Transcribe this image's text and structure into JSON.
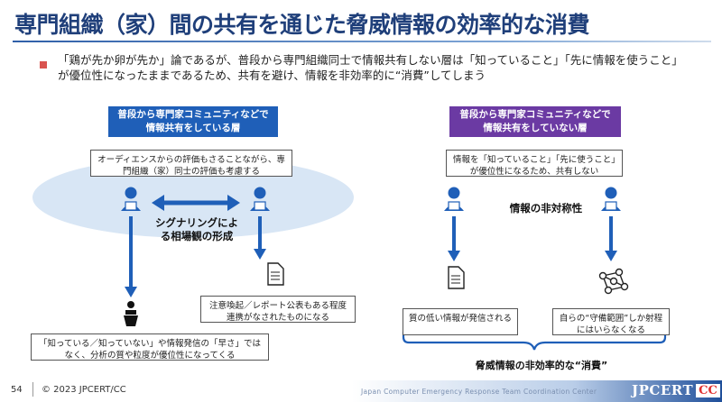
{
  "title": "専門組織（家）間の共有を通じた脅威情報の効率的な消費",
  "bullet": "「鶏が先か卵が先か」論であるが、普段から専門組織同士で情報共有しない層は「知っていること」「先に情報を使うこと」が優位性になったままであるため、共有を避け、情報を非効率的に“消費”してしまう",
  "left": {
    "header": "普段から専門家コミュニティなどで情報共有をしている層",
    "ellipse_box": "オーディエンスからの評価もさることながら、専門組織（家）同士の評価も考慮する",
    "signaling": "シグナリングによる相場観の形成",
    "report_box": "注意喚起／レポート公表もある程度連携がなされたものになる",
    "bottom_box": "「知っている／知っていない」や情報発信の「早さ」ではなく、分析の質や粒度が優位性になってくる"
  },
  "right": {
    "header": "普段から専門家コミュニティなどで情報共有をしていない層",
    "top_box": "情報を「知っていること」「先に使うこと」が優位性になるため、共有しない",
    "asymmetry": "情報の非対称性",
    "low_quality_box": "質の低い情報が発信される",
    "shield_box": "自らの“守備範囲”しか射程にはいらなくなる",
    "bottom_label": "脅威情報の非効率的な“消費”"
  },
  "footer": {
    "page": "54",
    "copyright": "© 2023  JPCERT/CC",
    "tagline": "Japan Computer Emergency Response Team Coordination Center",
    "logo_main": "JPCERT",
    "logo_cc": "CC"
  },
  "colors": {
    "title": "#1f3f7a",
    "blue": "#1f5fb8",
    "purple": "#6b3aa3",
    "arrow": "#1f5fb8",
    "bullet": "#d9534f"
  }
}
